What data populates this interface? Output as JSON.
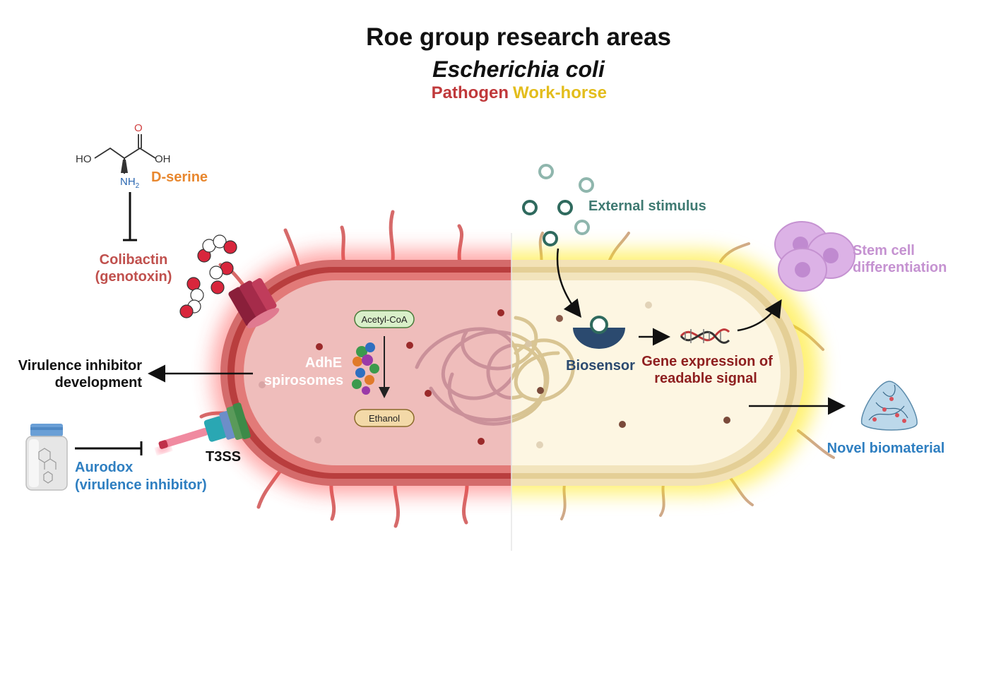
{
  "title": "Roe group research areas",
  "subtitle": "Escherichia coli",
  "tags": {
    "pathogen": "Pathogen",
    "workhorse": "Work-horse"
  },
  "colors": {
    "pathogen": "#c0393b",
    "workhorse": "#e8c020",
    "serine": "#e8872e",
    "colibactin": "#c0504d",
    "blue_label": "#2f7fc1",
    "teal": "#3f7a72",
    "biosensor": "#2b4a6f",
    "gene": "#8e1f1f",
    "stem": "#c592d1"
  },
  "molecule": {
    "ho": "HO",
    "o": "O",
    "oh": "OH",
    "nh2": "NH",
    "nh2_sub": "2"
  },
  "labels": {
    "d_serine": "D-serine",
    "colibactin_1": "Colibactin",
    "colibactin_2": "(genotoxin)",
    "virulence_1": "Virulence inhibitor",
    "virulence_2": "development",
    "aurodox_1": "Aurodox",
    "aurodox_2": "(virulence inhibitor)",
    "t3ss": "T3SS",
    "adhe_1": "AdhE",
    "adhe_2": "spirosomes",
    "acetyl_coa": "Acetyl-CoA",
    "ethanol": "Ethanol",
    "external_stimulus": "External stimulus",
    "biosensor": "Biosensor",
    "gene_1": "Gene expression of",
    "gene_2": "readable signal",
    "stem_1": "Stem cell",
    "stem_2": "differentiation",
    "biomaterial": "Novel biomaterial"
  },
  "icons": [
    "bottle-icon",
    "dna-icon",
    "stem-cell-icon",
    "biomaterial-icon",
    "receptor-icon",
    "protein-icon",
    "colibactin-chain-icon",
    "t3ss-needle-icon"
  ]
}
